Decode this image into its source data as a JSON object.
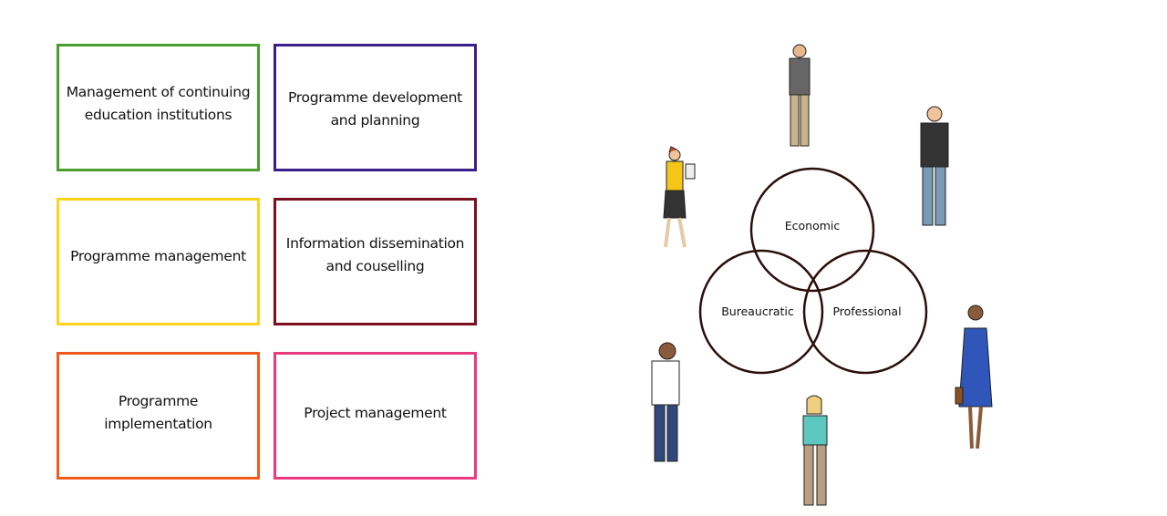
{
  "boxes": [
    {
      "label": "Management of continuing\neducation institutions",
      "color": "#4a9e2f"
    },
    {
      "label": "Programme development\nand planning",
      "color": "#3a1f8a"
    },
    {
      "label": "Programme management",
      "color": "#ffd21a"
    },
    {
      "label": "Information dissemination\nand couselling",
      "color": "#7a0f1e"
    },
    {
      "label": "Programme implementation",
      "color": "#f05a1e"
    },
    {
      "label": "Project management",
      "color": "#e83a7e"
    }
  ],
  "venn": {
    "circles": [
      "Economic",
      "Bureaucratic",
      "Professional"
    ],
    "stroke": "#2a0e0a"
  }
}
